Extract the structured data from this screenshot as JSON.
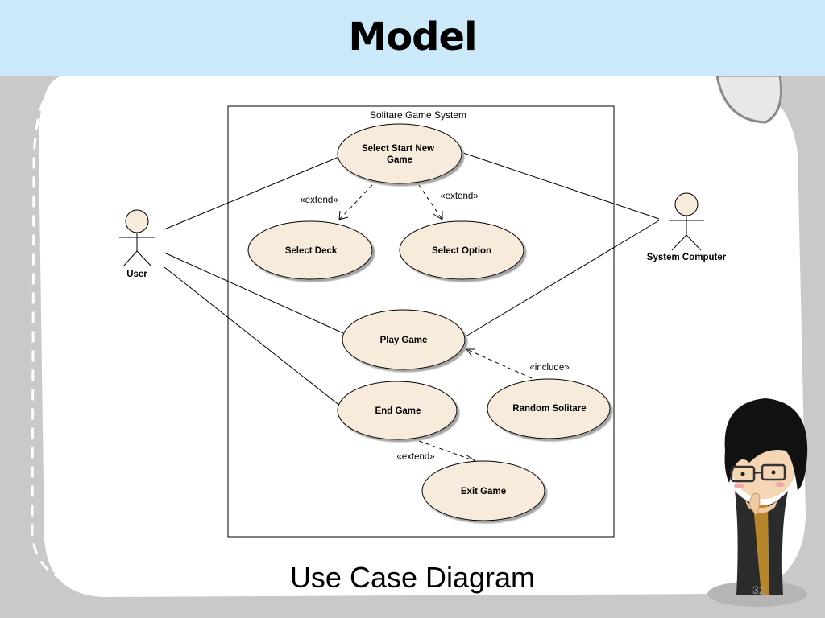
{
  "slide": {
    "title": "Model",
    "caption": "Use Case Diagram",
    "page_number": "32"
  },
  "colors": {
    "header_bg": "#cbe9f8",
    "usecase_fill": "#f7ebdc",
    "frame_gray": "#c9c9c9"
  },
  "diagram": {
    "system_name": "Solitare Game System",
    "actors": {
      "user": "User",
      "system_computer": "System Computer"
    },
    "use_cases": {
      "select_start_new_game": [
        "Select Start New",
        "Game"
      ],
      "select_deck": "Select Deck",
      "select_option": "Select Option",
      "play_game": "Play Game",
      "end_game": "End Game",
      "random_solitare": "Random Solitare",
      "exit_game": "Exit Game"
    },
    "relationships": {
      "extend_deck": "«extend»",
      "extend_option": "«extend»",
      "include_random": "«include»",
      "extend_exit": "«extend»"
    }
  }
}
